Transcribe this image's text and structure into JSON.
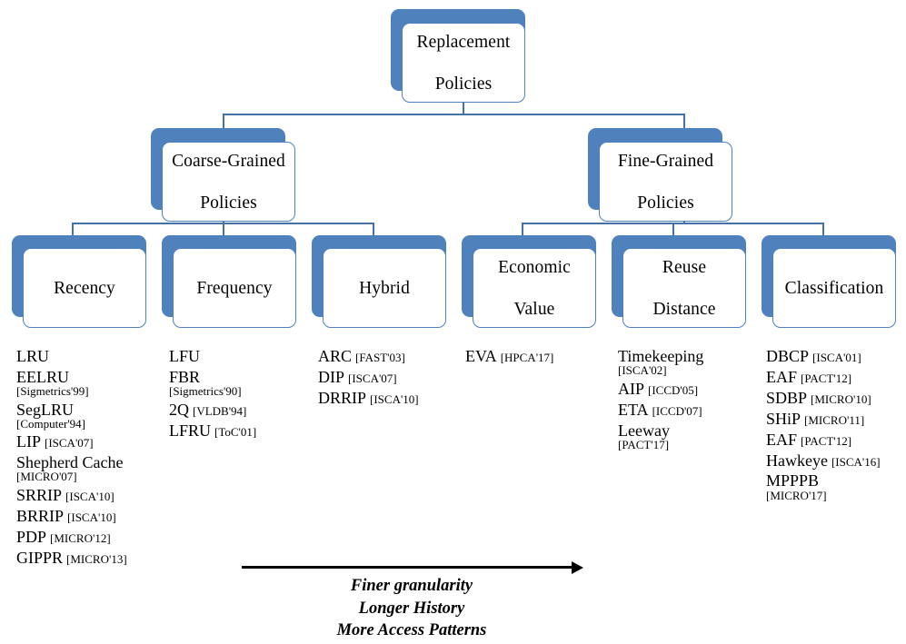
{
  "title": "Replacement Policies taxonomy diagram",
  "colors": {
    "box_blue": "#4F81BD",
    "connector": "#4472a8",
    "text": "#000000",
    "background": "#ffffff"
  },
  "tree": {
    "root": {
      "label": "Replacement\nPolicies",
      "line1": "Replacement",
      "line2": "Policies"
    },
    "level2": [
      {
        "id": "coarse-grained-policies",
        "line1": "Coarse-Grained",
        "line2": "Policies"
      },
      {
        "id": "fine-grained-policies",
        "line1": "Fine-Grained",
        "line2": "Policies"
      }
    ],
    "level3": [
      {
        "id": "recency",
        "line1": "Recency",
        "line2": ""
      },
      {
        "id": "frequency",
        "line1": "Frequency",
        "line2": ""
      },
      {
        "id": "hybrid",
        "line1": "Hybrid",
        "line2": ""
      },
      {
        "id": "economic-value",
        "line1": "Economic",
        "line2": "Value"
      },
      {
        "id": "reuse-distance",
        "line1": "Reuse",
        "line2": "Distance"
      },
      {
        "id": "classification",
        "line1": "Classification",
        "line2": ""
      }
    ]
  },
  "columns": [
    {
      "id": "recency-list",
      "items": [
        {
          "name": "LRU",
          "venue": "",
          "layout": "inline"
        },
        {
          "name": "EELRU",
          "venue": "[Sigmetrics'99]",
          "layout": "stacked"
        },
        {
          "name": "SegLRU",
          "venue": "[Computer'94]",
          "layout": "stacked"
        },
        {
          "name": "LIP",
          "venue": "[ISCA'07]",
          "layout": "inline"
        },
        {
          "name": "Shepherd Cache",
          "venue": "[MICRO'07]",
          "layout": "stacked"
        },
        {
          "name": "SRRIP",
          "venue": "[ISCA'10]",
          "layout": "inline"
        },
        {
          "name": "BRRIP",
          "venue": "[ISCA'10]",
          "layout": "inline"
        },
        {
          "name": "PDP",
          "venue": "[MICRO'12]",
          "layout": "inline"
        },
        {
          "name": "GIPPR",
          "venue": "[MICRO'13]",
          "layout": "inline"
        }
      ]
    },
    {
      "id": "frequency-list",
      "items": [
        {
          "name": "LFU",
          "venue": "",
          "layout": "inline"
        },
        {
          "name": "FBR",
          "venue": "[Sigmetrics'90]",
          "layout": "stacked"
        },
        {
          "name": "2Q",
          "venue": "[VLDB'94]",
          "layout": "inline"
        },
        {
          "name": "LFRU",
          "venue": "[ToC'01]",
          "layout": "inline"
        }
      ]
    },
    {
      "id": "hybrid-list",
      "items": [
        {
          "name": "ARC",
          "venue": "[FAST'03]",
          "layout": "inline"
        },
        {
          "name": "DIP",
          "venue": "[ISCA'07]",
          "layout": "inline"
        },
        {
          "name": "DRRIP",
          "venue": "[ISCA'10]",
          "layout": "inline"
        }
      ]
    },
    {
      "id": "economic-value-list",
      "items": [
        {
          "name": "EVA",
          "venue": "[HPCA'17]",
          "layout": "inline"
        }
      ]
    },
    {
      "id": "reuse-distance-list",
      "items": [
        {
          "name": "Timekeeping",
          "venue": "[ISCA'02]",
          "layout": "stacked"
        },
        {
          "name": "AIP",
          "venue": "[ICCD'05]",
          "layout": "inline"
        },
        {
          "name": "ETA",
          "venue": "[ICCD'07]",
          "layout": "inline"
        },
        {
          "name": "Leeway",
          "venue": "[PACT'17]",
          "layout": "stacked"
        }
      ]
    },
    {
      "id": "classification-list",
      "items": [
        {
          "name": "DBCP",
          "venue": "[ISCA'01]",
          "layout": "inline"
        },
        {
          "name": "EAF",
          "venue": "[PACT'12]",
          "layout": "inline"
        },
        {
          "name": "SDBP",
          "venue": "[MICRO'10]",
          "layout": "inline"
        },
        {
          "name": "SHiP",
          "venue": "[MICRO'11]",
          "layout": "inline"
        },
        {
          "name": "EAF",
          "venue": "[PACT'12]",
          "layout": "inline"
        },
        {
          "name": "Hawkeye",
          "venue": "[ISCA'16]",
          "layout": "inline"
        },
        {
          "name": "MPPPB",
          "venue": "[MICRO'17]",
          "layout": "stacked"
        }
      ]
    }
  ],
  "axis": {
    "arrow_direction": "right",
    "caption_lines": [
      "Finer granularity",
      "Longer History",
      "More Access Patterns"
    ]
  }
}
